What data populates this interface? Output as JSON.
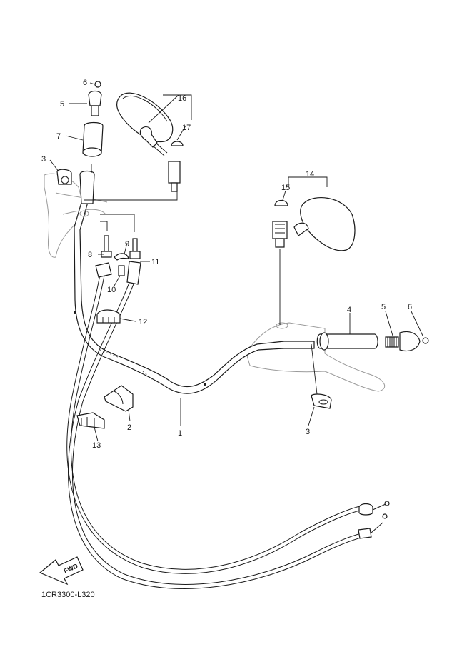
{
  "diagram": {
    "callouts": {
      "c1": "1",
      "c2": "2",
      "c3_left": "3",
      "c3_right": "3",
      "c4": "4",
      "c5_left": "5",
      "c5_right": "5",
      "c6_left": "6",
      "c6_right": "6",
      "c7": "7",
      "c8": "8",
      "c9": "9",
      "c10": "10",
      "c11": "11",
      "c12": "12",
      "c13": "13",
      "c14": "14",
      "c15": "15",
      "c16": "16",
      "c17": "17"
    },
    "fwd_label": "FWD",
    "diagram_code": "1CR3300-L320"
  }
}
